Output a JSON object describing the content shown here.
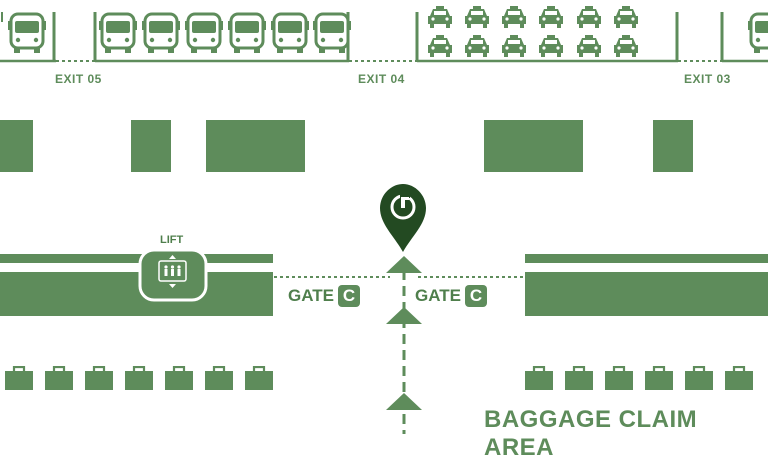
{
  "exits": {
    "exit_05": "EXIT 05",
    "exit_04": "EXIT 04",
    "exit_03": "EXIT 03"
  },
  "gates": {
    "left_text": "GATE",
    "left_badge": "C",
    "right_text": "GATE",
    "right_badge": "C"
  },
  "lift": {
    "label": "LIFT"
  },
  "baggage": {
    "label": "BAGGAGE CLAIM AREA"
  },
  "colors": {
    "primary": "#5e8c5b",
    "dark_pin": "#234a22",
    "background": "#ffffff"
  },
  "icons": {
    "location_pin": "location-pin-icon",
    "bus": "bus-icon",
    "taxi": "taxi-icon",
    "lift": "elevator-icon",
    "luggage": "luggage-icon",
    "arrow": "arrow-up-icon"
  }
}
